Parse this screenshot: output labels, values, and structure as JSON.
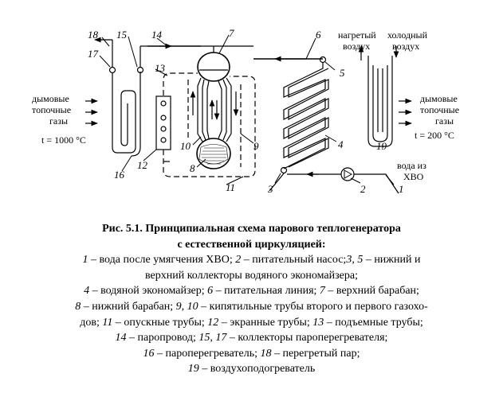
{
  "diagram": {
    "numbers": [
      "1",
      "2",
      "3",
      "4",
      "5",
      "6",
      "7",
      "8",
      "9",
      "10",
      "11",
      "12",
      "13",
      "14",
      "15",
      "16",
      "17",
      "18",
      "19"
    ],
    "labels": {
      "flue_left": [
        "дымовые",
        "топочные",
        "газы"
      ],
      "temp_left": "t = 1000 °C",
      "flue_right": [
        "дымовые",
        "топочные",
        "газы"
      ],
      "temp_right": "t = 200 °C",
      "hot_air": [
        "нагретый",
        "воздух"
      ],
      "cold_air": [
        "холодный",
        "воздух"
      ],
      "water_in": [
        "вода из",
        "ХВО"
      ]
    }
  },
  "caption": {
    "title_line1": "Рис. 5.1. Принципиальная схема парового теплогенератора",
    "title_line2": "с естественной циркуляцией:",
    "lines": [
      [
        {
          "n": "1",
          "t": " – вода после умягчения ХВО; "
        },
        {
          "n": "2",
          "t": " – питательный насос;"
        },
        {
          "n": "3, 5",
          "t": " – нижний и"
        }
      ],
      [
        {
          "n": "",
          "t": "верхний коллекторы водяного экономайзера;"
        }
      ],
      [
        {
          "n": "4",
          "t": " – водяной экономайзер; "
        },
        {
          "n": "6",
          "t": " – питательная линия; "
        },
        {
          "n": "7",
          "t": " – верхний барабан;"
        }
      ],
      [
        {
          "n": "8",
          "t": " – нижний барабан; "
        },
        {
          "n": "9, 10",
          "t": " – кипятильные трубы второго и первого газохо-"
        }
      ],
      [
        {
          "n": "",
          "t": "дов; "
        },
        {
          "n": "11",
          "t": " – опускные трубы; "
        },
        {
          "n": "12",
          "t": " – экранные трубы; "
        },
        {
          "n": "13",
          "t": " – подъемные трубы;"
        }
      ],
      [
        {
          "n": "14",
          "t": " – паропровод; "
        },
        {
          "n": "15, 17",
          "t": " – коллекторы пароперегревателя;"
        }
      ],
      [
        {
          "n": "16",
          "t": " – пароперегреватель; "
        },
        {
          "n": "18",
          "t": " – перегретый пар;"
        }
      ],
      [
        {
          "n": "19",
          "t": " – воздухоподогреватель"
        }
      ]
    ]
  }
}
